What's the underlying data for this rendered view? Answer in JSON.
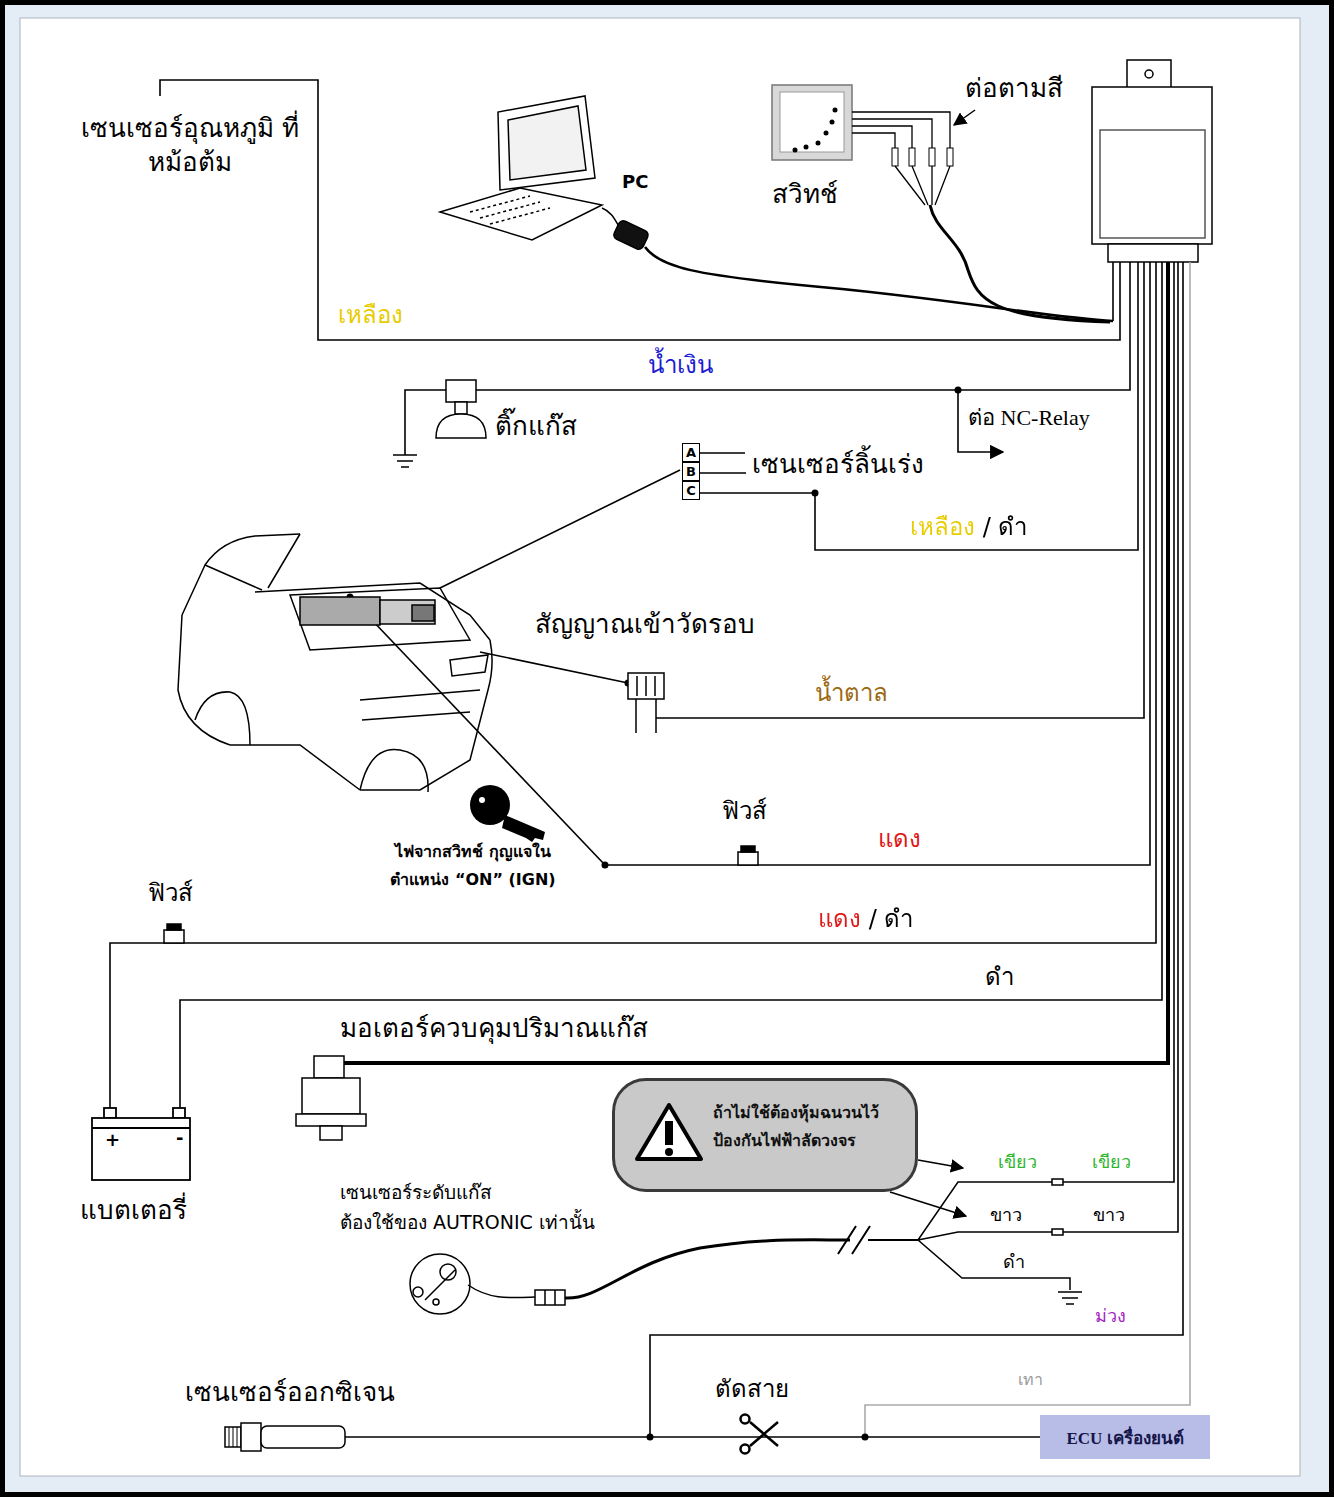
{
  "diagram": {
    "nodes": [
      {
        "text": [
          "A"
        ]
      },
      {
        "text": [
          "B"
        ]
      },
      {
        "text": [
          "C"
        ]
      },
      {
        "text": [
          "ถ้าไม่ใช้ต้องหุ้มฉนวนไว้ ป้องกันไฟฟ้าลัดวงจร"
        ]
      },
      {
        "text": [
          "เซนเซอร์ออกซิเจน"
        ]
      },
      {
        "text": [
          "ECU เครื่องยนต์"
        ]
      }
    ],
    "edges": [
      {
        "from": 4,
        "to": 5,
        "arrow": "none",
        "label": "ตัดสาย"
      }
    ],
    "labels": [
      "เซนเซอร์อุณหภูมิ ที่หม้อต้ม",
      "PC",
      "ต่อตามสี",
      "สวิทช์",
      "เหลือง",
      "น้ำเงิน",
      "ติ๊กแก๊ส",
      "ต่อ NC-Relay",
      "เซนเซอร์ลิ้นเร่ง",
      "เหลือง / ดำ",
      "สัญญาณเข้าวัดรอบ",
      "น้ำตาล",
      "ฟิวส์",
      "แดง",
      "ไฟจากสวิทช์ กุญแจในตำแหน่ง “ON” (IGN)",
      "ฟิวส์",
      "แดง / ดำ",
      "ดำ",
      "มอเตอร์ควบคุมปริมาณแก๊ส",
      "+",
      "-",
      "แบตเตอรี่",
      "เขียว",
      "เขียว",
      "เซนเซอร์ระดับแก๊ส",
      "ต้องใช้ของ AUTRONIC เท่านั้น",
      "ขาว",
      "ขาว",
      "ดำ",
      "ม่วง",
      "เทา"
    ]
  }
}
